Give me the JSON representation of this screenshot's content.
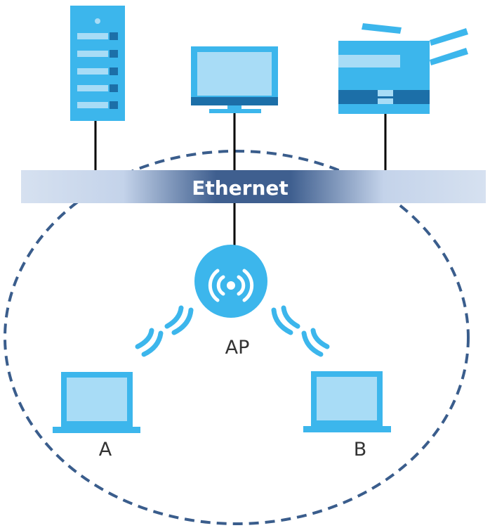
{
  "network": {
    "bus_label": "Ethernet",
    "ap_label": "AP",
    "client_a_label": "A",
    "client_b_label": "B"
  },
  "icons": {
    "server": "server-icon",
    "monitor": "monitor-icon",
    "printer": "printer-icon",
    "access_point": "wireless-ap-icon",
    "laptop": "laptop-icon",
    "signal": "wifi-signal-icon"
  },
  "colors": {
    "device_fill": "#3cb6ec",
    "device_light": "#a8dcf6",
    "device_dark": "#1c6fa8",
    "bus_dark": "#3f5f8f",
    "bus_light": "#d6e1f0",
    "boundary": "#3a5d8c",
    "link": "#000000",
    "label": "#333333"
  }
}
